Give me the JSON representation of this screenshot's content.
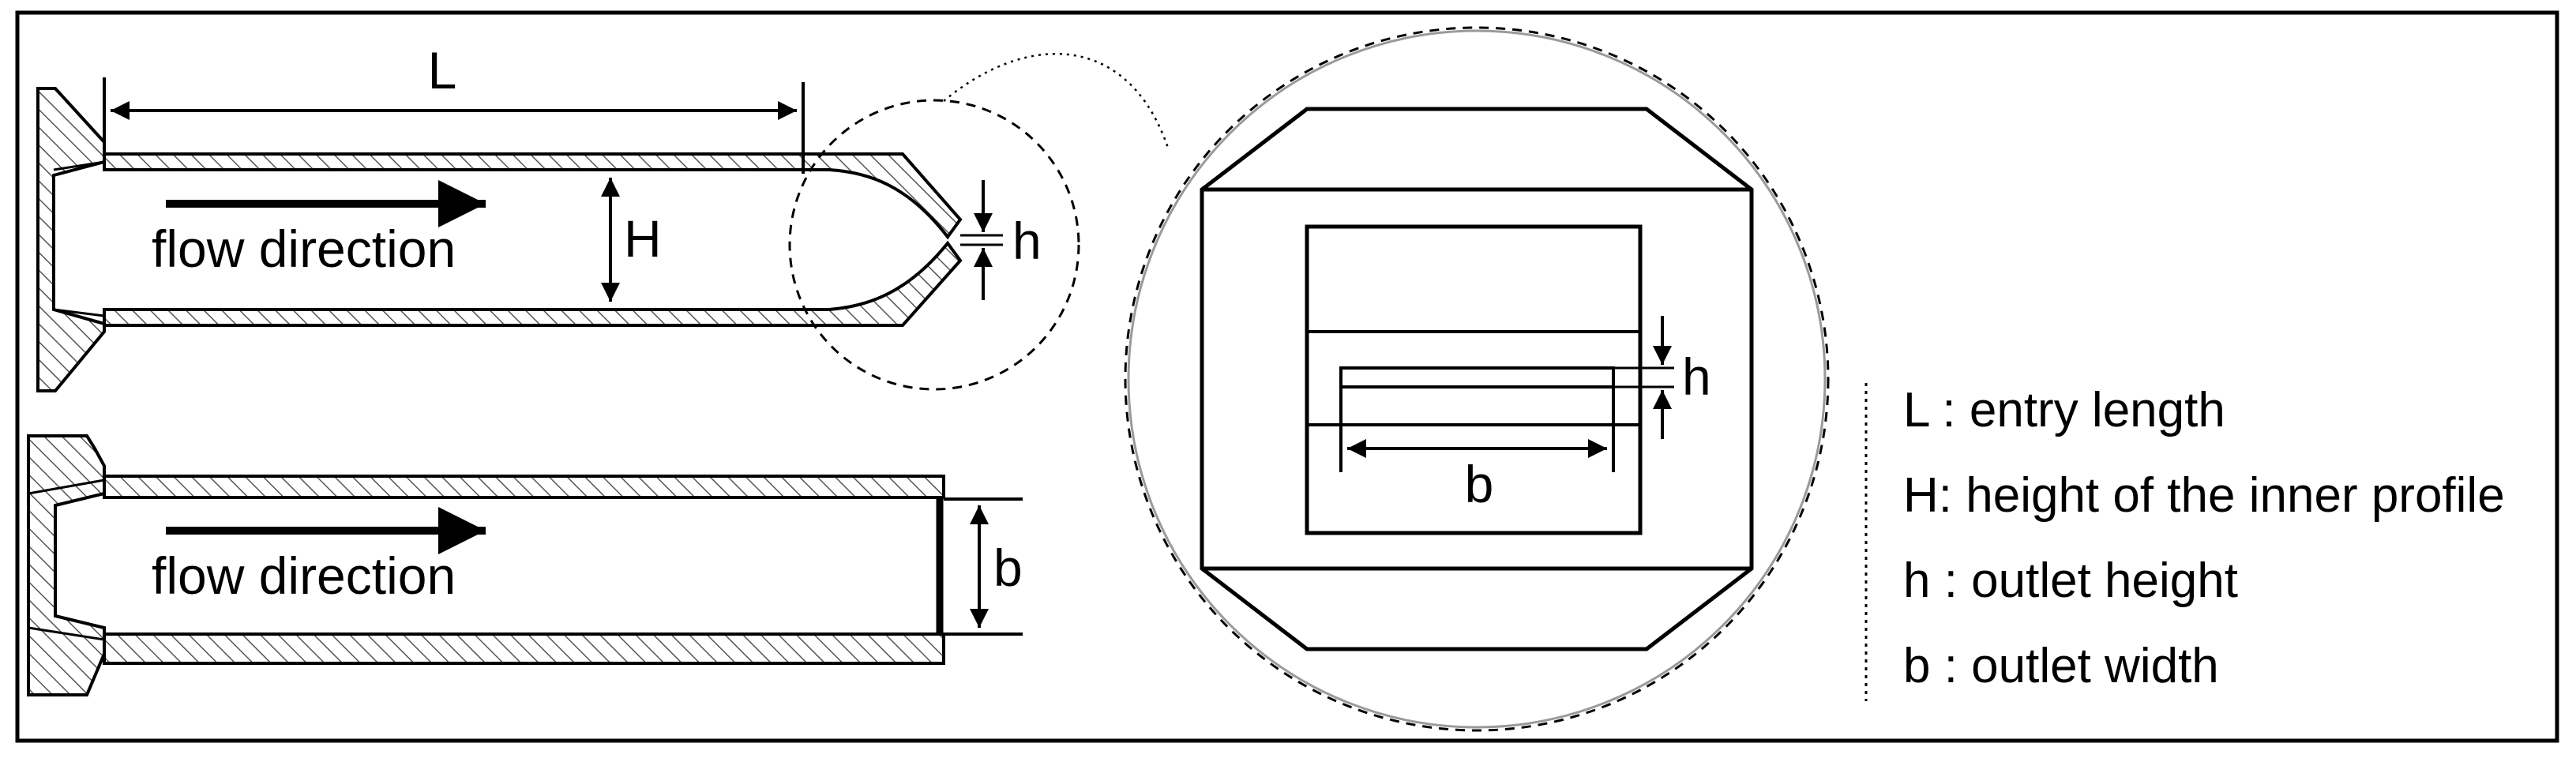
{
  "diagram": {
    "side_view": {
      "flow_label": "flow direction",
      "dimension_L": "L",
      "dimension_H": "H",
      "dimension_h": "h"
    },
    "top_view": {
      "flow_label": "flow direction",
      "dimension_b": "b"
    },
    "outlet_detail": {
      "dimension_h": "h",
      "dimension_b": "b"
    },
    "legend": [
      {
        "text": "L : entry length"
      },
      {
        "text": "H: height of the inner profile"
      },
      {
        "text": "h : outlet height"
      },
      {
        "text": "b : outlet width"
      }
    ]
  }
}
